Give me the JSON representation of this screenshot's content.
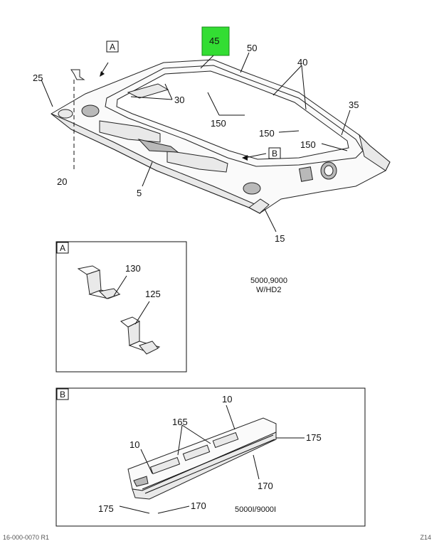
{
  "callouts": {
    "c45": "45",
    "c50": "50",
    "c40": "40",
    "c35": "35",
    "c25": "25",
    "c30": "30",
    "c150a": "150",
    "c150b": "150",
    "c150c": "150",
    "c20": "20",
    "c5": "5",
    "c15": "15",
    "c130": "130",
    "c125": "125",
    "c10a": "10",
    "c10b": "10",
    "c165": "165",
    "c175a": "175",
    "c175b": "175",
    "c170a": "170",
    "c170b": "170"
  },
  "view_markers": {
    "a_main": "A",
    "b_main": "B",
    "a_detail": "A",
    "b_detail": "B"
  },
  "notes": {
    "detail_a_line1": "5000,9000",
    "detail_a_line2": "W/HD2",
    "detail_b": "5000I/9000I"
  },
  "footer": {
    "left": "16-000-0070 R1",
    "right": "Z14"
  },
  "colors": {
    "highlight": "#33dd33",
    "line": "#111111"
  }
}
